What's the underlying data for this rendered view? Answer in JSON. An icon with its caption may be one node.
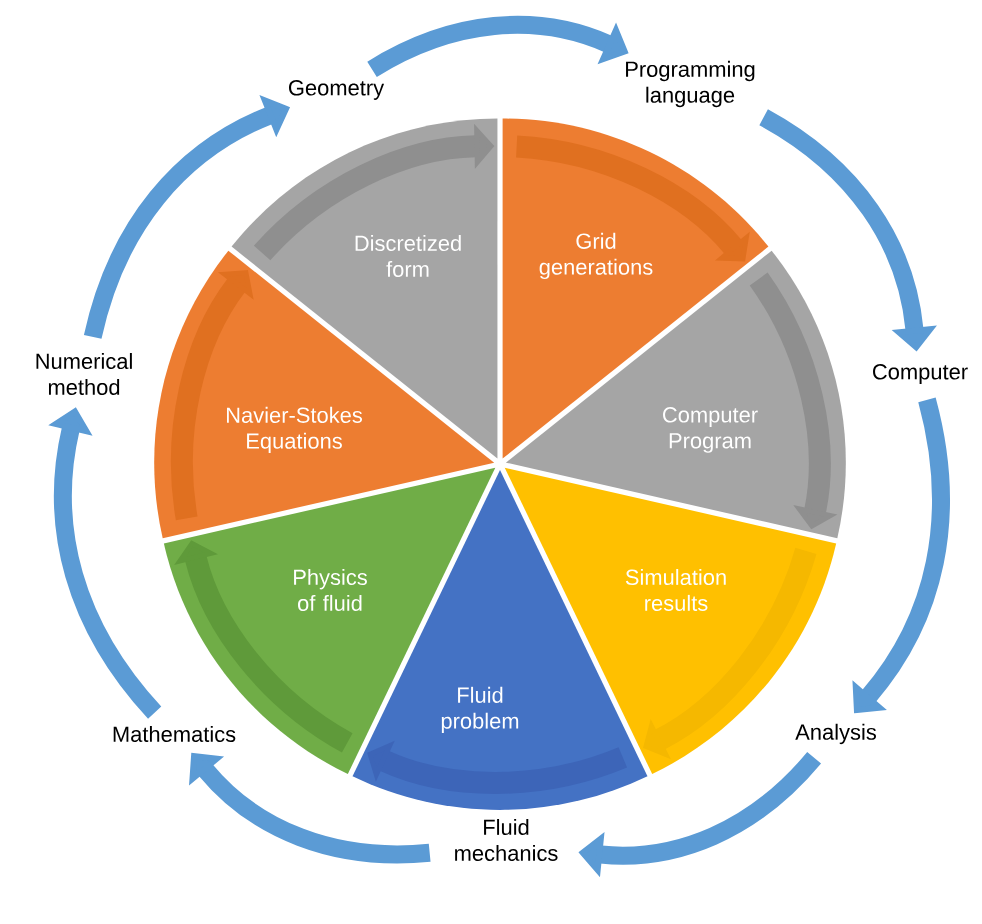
{
  "diagram": {
    "nodes": [
      {
        "text": [
          "Discretized form"
        ]
      },
      {
        "text": [
          "Grid generations"
        ]
      },
      {
        "text": [
          "Computer Program"
        ]
      },
      {
        "text": [
          "Simulation results"
        ]
      },
      {
        "text": [
          "Fluid problem"
        ]
      },
      {
        "text": [
          "Physics of fluid"
        ]
      },
      {
        "text": [
          "Navier-Stokes Equations"
        ]
      },
      {
        "text": [
          "Geometry"
        ]
      },
      {
        "text": [
          "Programming language"
        ]
      },
      {
        "text": [
          "Computer"
        ]
      },
      {
        "text": [
          "Analysis"
        ]
      },
      {
        "text": [
          "Fluid mechanics"
        ]
      },
      {
        "text": [
          "Mathematics"
        ]
      },
      {
        "text": [
          "Numerical method"
        ]
      }
    ],
    "edges": [
      {
        "from": 0,
        "to": 1,
        "arrow": "to",
        "color": "#8f8f8f"
      },
      {
        "from": 1,
        "to": 2,
        "arrow": "to",
        "color": "#e07020"
      },
      {
        "from": 2,
        "to": 3,
        "arrow": "to",
        "color": "#8f8f8f"
      },
      {
        "from": 3,
        "to": 4,
        "arrow": "to",
        "color": "#f5b800"
      },
      {
        "from": 4,
        "to": 5,
        "arrow": "to",
        "color": "#3d65b8"
      },
      {
        "from": 5,
        "to": 6,
        "arrow": "to",
        "color": "#5f9a3a"
      },
      {
        "from": 6,
        "to": 0,
        "arrow": "to",
        "color": "#e07020"
      },
      {
        "from": 7,
        "to": 8,
        "arrow": "to",
        "color": "#5b9bd5"
      },
      {
        "from": 8,
        "to": 9,
        "arrow": "to",
        "color": "#5b9bd5"
      },
      {
        "from": 9,
        "to": 10,
        "arrow": "to",
        "color": "#5b9bd5"
      },
      {
        "from": 10,
        "to": 11,
        "arrow": "to",
        "color": "#5b9bd5"
      },
      {
        "from": 11,
        "to": 12,
        "arrow": "to",
        "color": "#5b9bd5"
      },
      {
        "from": 12,
        "to": 13,
        "arrow": "to",
        "color": "#5b9bd5"
      },
      {
        "from": 13,
        "to": 7,
        "arrow": "to",
        "color": "#5b9bd5"
      }
    ]
  }
}
